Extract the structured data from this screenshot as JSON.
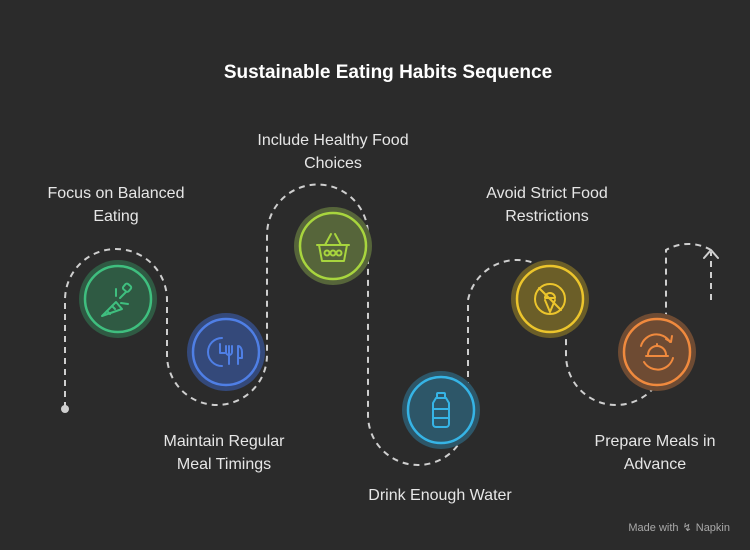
{
  "title": "Sustainable Eating Habits Sequence",
  "steps": [
    {
      "label_lines": [
        "Focus on Balanced",
        "Eating"
      ],
      "icon": "carrot-icon",
      "color": "#3fbf7f",
      "fill": "#2f5a43"
    },
    {
      "label_lines": [
        "Maintain Regular",
        "Meal Timings"
      ],
      "icon": "clock-utensils-icon",
      "color": "#4f7fe6",
      "fill": "#34497a"
    },
    {
      "label_lines": [
        "Include Healthy Food",
        "Choices"
      ],
      "icon": "basket-icon",
      "color": "#a8d53e",
      "fill": "#56653a"
    },
    {
      "label_lines": [
        "Drink Enough Water"
      ],
      "icon": "water-bottle-icon",
      "color": "#36b4e6",
      "fill": "#2d5668"
    },
    {
      "label_lines": [
        "Avoid Strict Food",
        "Restrictions"
      ],
      "icon": "no-ice-cream-icon",
      "color": "#ecc52c",
      "fill": "#6b5e28"
    },
    {
      "label_lines": [
        "Prepare Meals in",
        "Advance"
      ],
      "icon": "cloche-cycle-icon",
      "color": "#f08a3e",
      "fill": "#6e4b33"
    }
  ],
  "footer": {
    "made_with": "Made with",
    "brand": "Napkin"
  }
}
